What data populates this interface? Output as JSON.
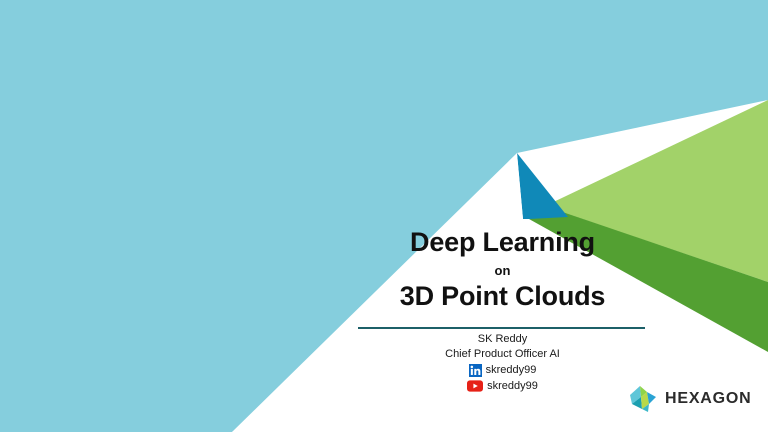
{
  "slide": {
    "type": "presentation-title-slide",
    "background": {
      "base": "#ffffff",
      "light_blue": "#85cedd",
      "teal": "#1089b8",
      "light_green": "#a2d269",
      "dark_green": "#53a032"
    },
    "title": {
      "main": "Deep Learning",
      "connector": "on",
      "sub": "3D Point Clouds"
    },
    "divider_color": "#1c6068",
    "author": {
      "name": "SK Reddy",
      "role": "Chief Product Officer AI",
      "socials": [
        {
          "icon": "linkedin-icon",
          "handle": "skreddy99",
          "color": "#0a66c2"
        },
        {
          "icon": "youtube-icon",
          "handle": "skreddy99",
          "color": "#e62117"
        }
      ]
    },
    "logo": {
      "mark": "hexagon-logo-mark",
      "wordmark": "HEXAGON",
      "wordmark_color": "#2b2b2b"
    }
  }
}
